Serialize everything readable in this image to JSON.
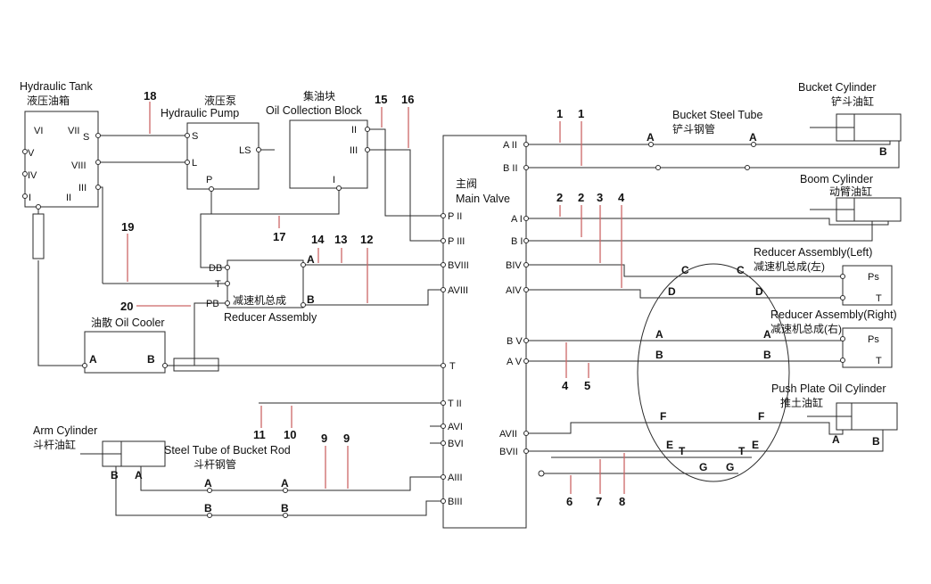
{
  "tank": {
    "en": "Hydraulic Tank",
    "zh": "液压油箱",
    "ports": {
      "vi": "VI",
      "vii": "VII",
      "s": "S",
      "v": "V",
      "viii": "VIII",
      "iv": "IV",
      "iii": "III",
      "i": "I",
      "ii": "II"
    }
  },
  "pump": {
    "zh": "液压泵",
    "en": "Hydraulic Pump",
    "ports": {
      "s": "S",
      "l": "L",
      "p": "P",
      "ls": "LS"
    }
  },
  "oil_block": {
    "zh": "集油块",
    "en": "Oil Collection Block",
    "ports": {
      "ii": "II",
      "iii": "III",
      "i": "I"
    }
  },
  "main_valve": {
    "zh": "主阀",
    "en": "Main Valve",
    "left_ports": {
      "p2": "P II",
      "p3": "P III",
      "b8": "BVIII",
      "a8": "AVIII",
      "t": "T",
      "t2": "T II",
      "a6": "AVI",
      "b6": "BVI",
      "a3": "AIII",
      "b3": "BIII"
    },
    "right_ports": {
      "a2": "A II",
      "b2": "B II",
      "a1": "A I",
      "b1": "B I",
      "b4": "BIV",
      "a4": "AIV",
      "b5": "B V",
      "a5": "A V",
      "a7": "AVII",
      "b7": "BVII"
    }
  },
  "reducer_center": {
    "zh": "减速机总成",
    "en": "Reducer Assembly",
    "ports": {
      "db": "DB",
      "t": "T",
      "pb": "PB",
      "a": "A",
      "b": "B"
    }
  },
  "oil_cooler": {
    "zh": "油散",
    "en": "Oil Cooler",
    "ports": {
      "a": "A",
      "b": "B"
    }
  },
  "bucket_cylinder": {
    "en": "Bucket Cylinder",
    "zh": "铲斗油缸",
    "port_b": "B"
  },
  "bucket_tube": {
    "en": "Bucket Steel Tube",
    "zh": "铲斗钢管",
    "marker_a1": "A",
    "marker_a2": "A"
  },
  "boom_cylinder": {
    "en": "Boom Cylinder",
    "zh": "动臂油缸"
  },
  "reducer_left": {
    "en": "Reducer Assembly(Left)",
    "zh": "减速机总成(左)",
    "ports": {
      "ps": "Ps",
      "t": "T"
    }
  },
  "reducer_right": {
    "en": "Reducer Assembly(Right)",
    "zh": "减速机总成(右)",
    "ports": {
      "ps": "Ps",
      "t": "T"
    }
  },
  "push_cylinder": {
    "en": "Push Plate Oil Cylinder",
    "zh": "推土油缸",
    "port_a": "A",
    "port_b": "B"
  },
  "arm_cylinder": {
    "en": "Arm Cylinder",
    "zh": "斗杆油缸",
    "port_b": "B",
    "port_a": "A"
  },
  "rod_tube": {
    "en": "Steel Tube of Bucket Rod",
    "zh": "斗杆钢管",
    "marker_a1": "A",
    "marker_a2": "A",
    "marker_b1": "B",
    "marker_b2": "B"
  },
  "rotary_joint": {
    "letters": {
      "c1": "C",
      "c2": "C",
      "d1": "D",
      "d2": "D",
      "a1": "A",
      "a2": "A",
      "b1": "B",
      "b2": "B",
      "f1": "F",
      "f2": "F",
      "e1": "E",
      "e2": "E",
      "t1": "T",
      "t2": "T",
      "g1": "G",
      "g2": "G"
    }
  },
  "callouts": {
    "c1a": "1",
    "c1b": "1",
    "c2a": "2",
    "c2b": "2",
    "c3": "3",
    "c4a": "4",
    "c4b": "4",
    "c5": "5",
    "c6": "6",
    "c7": "7",
    "c8": "8",
    "c9a": "9",
    "c9b": "9",
    "c10": "10",
    "c11": "11",
    "c12": "12",
    "c13": "13",
    "c14": "14",
    "c15": "15",
    "c16": "16",
    "c17": "17",
    "c18": "18",
    "c19": "19",
    "c20": "20"
  },
  "colors": {
    "line": "#2a2a2a",
    "callout_line": "#cc6666",
    "text": "#111111",
    "background": "#ffffff"
  }
}
